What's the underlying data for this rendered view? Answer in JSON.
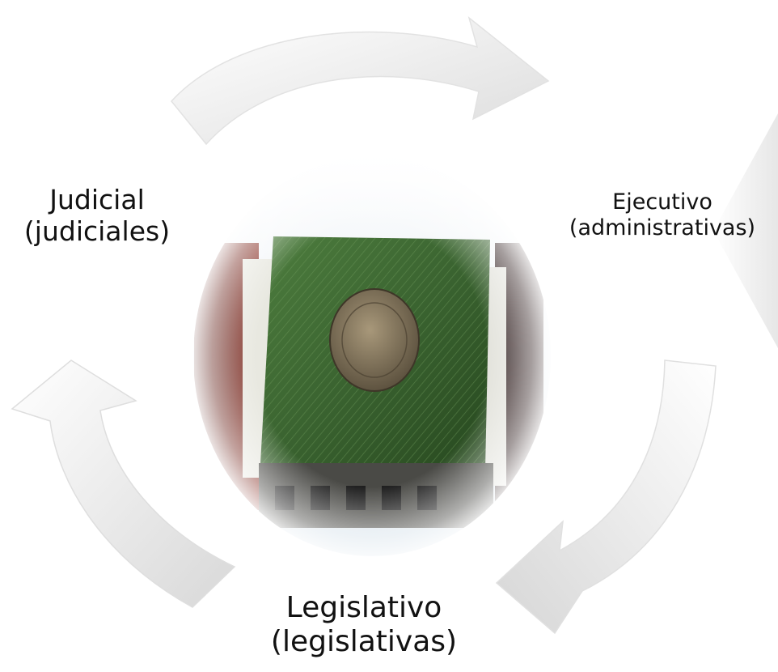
{
  "diagram": {
    "nodes": [
      {
        "id": "judicial",
        "title": "Judicial",
        "subtitle": "(judiciales)"
      },
      {
        "id": "ejecutivo",
        "title": "Ejecutivo",
        "subtitle": "(administrativas)"
      },
      {
        "id": "legislativo",
        "title": "Legislativo",
        "subtitle": "(legislativas)"
      }
    ],
    "cycle_arrows": [
      {
        "from": "judicial",
        "to": "ejecutivo"
      },
      {
        "from": "ejecutivo",
        "to": "legislativo"
      },
      {
        "from": "legislativo",
        "to": "judicial"
      }
    ],
    "center_image": {
      "subject": "green building facade with circular coat-of-arms emblem"
    },
    "colors": {
      "arrow_fill_light": "#ffffff",
      "arrow_fill_shade": "#d9d9d9",
      "arrow_edge": "#e3e3e3",
      "facade_green": "#3f6b33",
      "facade_green_dark": "#22421d",
      "sky": "#dfe8ee",
      "emblem": "#8b7a5e",
      "side_red": "#6b2a22",
      "text": "#111111"
    }
  }
}
